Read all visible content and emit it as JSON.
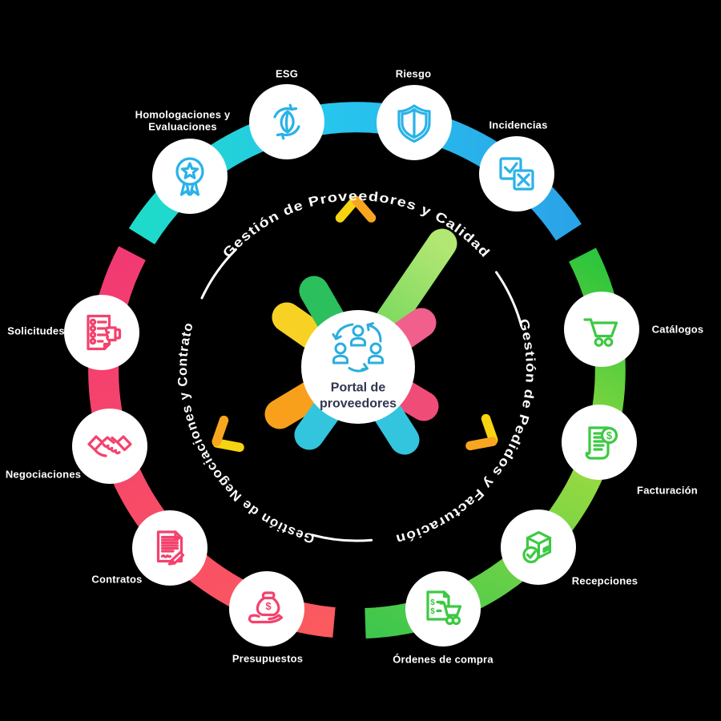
{
  "center": {
    "title": "Portal de proveedores",
    "icon": "people-network-icon",
    "text_color": "#31364f",
    "icon_color": "#2aaede"
  },
  "categories": [
    {
      "id": "quality",
      "label": "Gestión de Proveedores y Calidad",
      "arc_colors": [
        "#1edbc9",
        "#27c5ee",
        "#2aa4e8"
      ],
      "icon_color": "#29b2e8"
    },
    {
      "id": "orders",
      "label": "Gestión de Pedidos y Facturación",
      "arc_colors": [
        "#2fc53c",
        "#97da41",
        "#3fc74d"
      ],
      "icon_color": "#3cc943"
    },
    {
      "id": "negotiation",
      "label": "Gestión de Negociaciones y Contrato",
      "arc_colors": [
        "#fb5a5f",
        "#f23a72"
      ],
      "icon_color": "#f4426d"
    }
  ],
  "nodes": [
    {
      "label": "Homologaciones y Evaluaciones",
      "icon": "award-icon",
      "category": "quality"
    },
    {
      "label": "ESG",
      "icon": "eco-leaf-icon",
      "category": "quality"
    },
    {
      "label": "Riesgo",
      "icon": "shield-icon",
      "category": "quality"
    },
    {
      "label": "Incidencias",
      "icon": "checkbox-issues-icon",
      "category": "quality"
    },
    {
      "label": "Catálogos",
      "icon": "cart-icon",
      "category": "orders"
    },
    {
      "label": "Facturación",
      "icon": "invoice-coin-icon",
      "category": "orders"
    },
    {
      "label": "Recepciones",
      "icon": "package-check-icon",
      "category": "orders"
    },
    {
      "label": "Órdenes de compra",
      "icon": "purchase-order-icon",
      "category": "orders"
    },
    {
      "label": "Presupuestos",
      "icon": "money-bag-hand-icon",
      "category": "negotiation"
    },
    {
      "label": "Contratos",
      "icon": "contract-pen-icon",
      "category": "negotiation"
    },
    {
      "label": "Negociaciones",
      "icon": "handshake-icon",
      "category": "negotiation"
    },
    {
      "label": "Solicitudes",
      "icon": "request-list-icon",
      "category": "negotiation"
    }
  ],
  "glyphs": {
    "dollar": "$"
  },
  "decorations": {
    "chevrons": {
      "count": 3,
      "icon": "chevron-out-icon",
      "colors": {
        "yellow": "#f6d411",
        "orange": "#f8a61f"
      }
    },
    "logo": {
      "name": "x-burst-logo",
      "colors": {
        "yellow": "#f7d224",
        "orange": "#f8a01b",
        "green": "#2cbf5e",
        "light_green": "#a3e266",
        "teal": "#33c5dd",
        "pink_light": "#f1608c",
        "pink": "#ef4d78"
      }
    }
  },
  "colors": {
    "background": "#000000",
    "node_circle": "#ffffff",
    "label_text": "#ffffff"
  }
}
